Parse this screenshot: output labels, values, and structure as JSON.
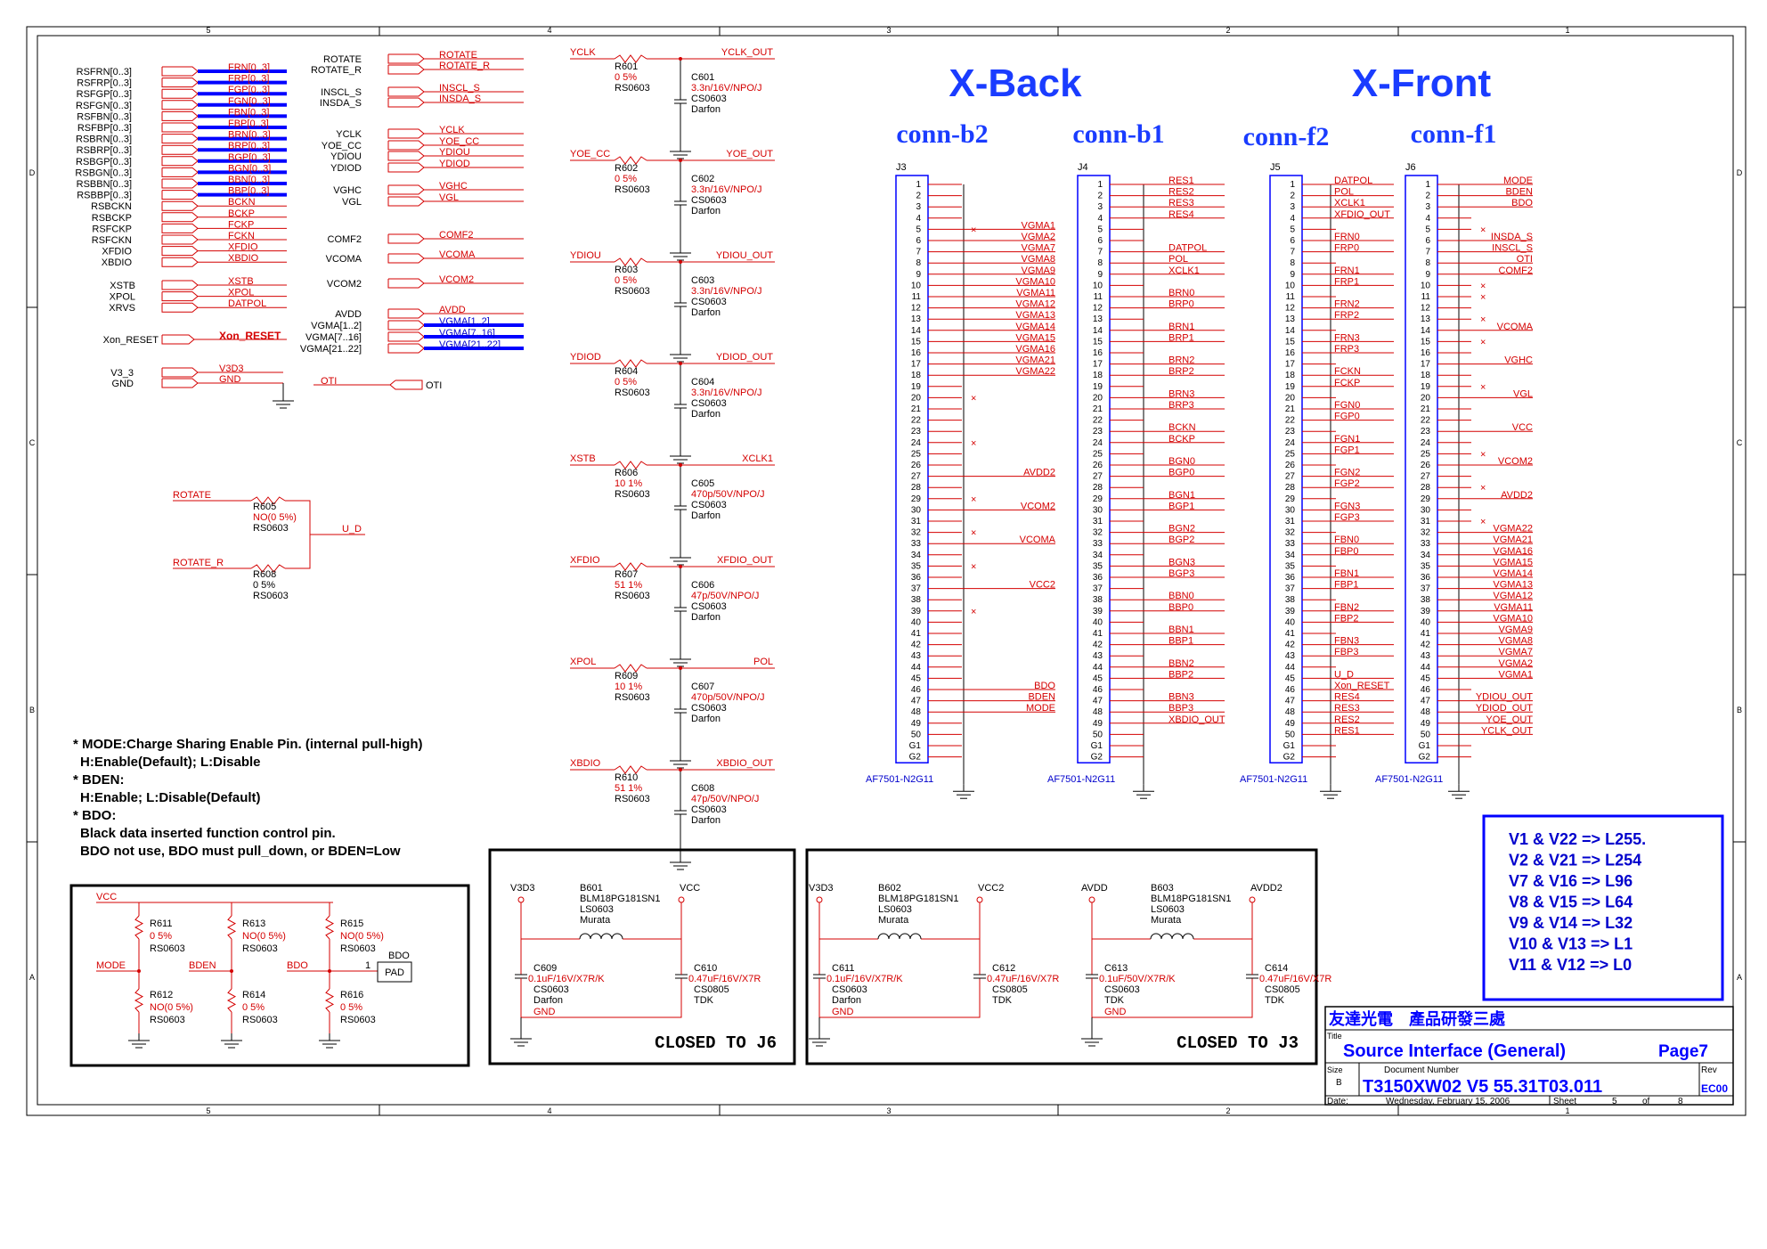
{
  "sections": {
    "x_back": "X-Back",
    "x_front": "X-Front"
  },
  "conn_titles": [
    "conn-b2",
    "conn-b1",
    "conn-f2",
    "conn-f1"
  ],
  "border": {
    "cols": [
      "5",
      "4",
      "3",
      "2",
      "1"
    ],
    "rows": [
      "D",
      "C",
      "B",
      "A"
    ]
  },
  "left_signals": [
    {
      "in": "RSFRN[0..3]",
      "out": "FRN[0..3]"
    },
    {
      "in": "RSFRP[0..3]",
      "out": "FRP[0..3]"
    },
    {
      "in": "RSFGP[0..3]",
      "out": "FGP[0..3]"
    },
    {
      "in": "RSFGN[0..3]",
      "out": "FGN[0..3]"
    },
    {
      "in": "RSFBN[0..3]",
      "out": "FBN[0..3]"
    },
    {
      "in": "RSFBP[0..3]",
      "out": "FBP[0..3]"
    },
    {
      "in": "RSBRN[0..3]",
      "out": "BRN[0..3]"
    },
    {
      "in": "RSBRP[0..3]",
      "out": "BRP[0..3]"
    },
    {
      "in": "RSBGP[0..3]",
      "out": "BGP[0..3]"
    },
    {
      "in": "RSBGN[0..3]",
      "out": "BGN[0..3]"
    },
    {
      "in": "RSBBN[0..3]",
      "out": "BBN[0..3]"
    },
    {
      "in": "RSBBP[0..3]",
      "out": "BBP[0..3]"
    },
    {
      "in": "RSBCKN",
      "out": "BCKN"
    },
    {
      "in": "RSBCKP",
      "out": "BCKP"
    },
    {
      "in": "RSFCKP",
      "out": "FCKP"
    },
    {
      "in": "RSFCKN",
      "out": "FCKN"
    },
    {
      "in": "XFDIO",
      "out": "XFDIO"
    },
    {
      "in": "XBDIO",
      "out": "XBDIO"
    }
  ],
  "left_signals2": [
    {
      "in": "XSTB",
      "out": "XSTB"
    },
    {
      "in": "XPOL",
      "out": "XPOL"
    },
    {
      "in": "XRVS",
      "out": "DATPOL"
    }
  ],
  "xon": {
    "in": "Xon_RESET",
    "out": "Xon_RESET"
  },
  "pwr": [
    {
      "in": "V3_3",
      "out": "V3D3"
    },
    {
      "in": "GND",
      "out": "GND"
    }
  ],
  "mid_signals": [
    {
      "in": "ROTATE",
      "out": "ROTATE"
    },
    {
      "in": "ROTATE_R",
      "out": "ROTATE_R"
    },
    {
      "in": "INSCL_S",
      "out": "INSCL_S"
    },
    {
      "in": "INSDA_S",
      "out": "INSDA_S"
    },
    {
      "in": "YCLK",
      "out": "YCLK"
    },
    {
      "in": "YOE_CC",
      "out": "YOE_CC"
    },
    {
      "in": "YDIOU",
      "out": "YDIOU"
    },
    {
      "in": "YDIOD",
      "out": "YDIOD"
    },
    {
      "in": "VGHC",
      "out": "VGHC"
    },
    {
      "in": "VGL",
      "out": "VGL"
    },
    {
      "in": "COMF2",
      "out": "COMF2"
    },
    {
      "in": "VCOMA",
      "out": "VCOMA"
    },
    {
      "in": "VCOM2",
      "out": "VCOM2"
    },
    {
      "in": "AVDD",
      "out": "AVDD"
    },
    {
      "in": "VGMA[1..2]",
      "out": "VGMA[1..2]"
    },
    {
      "in": "VGMA[7..16]",
      "out": "VGMA[7..16]"
    },
    {
      "in": "VGMA[21..22]",
      "out": "VGMA[21..22]"
    }
  ],
  "oti": {
    "net": "OTI",
    "label": "OTI"
  },
  "filters": [
    {
      "in": "YCLK",
      "out": "YCLK_OUT",
      "r": "R601",
      "rv": "0 5%",
      "rp": "RS0603",
      "c": "C601",
      "cv": "3.3n/16V/NPO/J",
      "cp": "CS0603",
      "cm": "Darfon"
    },
    {
      "in": "YOE_CC",
      "out": "YOE_OUT",
      "r": "R602",
      "rv": "0 5%",
      "rp": "RS0603",
      "c": "C602",
      "cv": "3.3n/16V/NPO/J",
      "cp": "CS0603",
      "cm": "Darfon"
    },
    {
      "in": "YDIOU",
      "out": "YDIOU_OUT",
      "r": "R603",
      "rv": "0 5%",
      "rp": "RS0603",
      "c": "C603",
      "cv": "3.3n/16V/NPO/J",
      "cp": "CS0603",
      "cm": "Darfon"
    },
    {
      "in": "YDIOD",
      "out": "YDIOD_OUT",
      "r": "R604",
      "rv": "0 5%",
      "rp": "RS0603",
      "c": "C604",
      "cv": "3.3n/16V/NPO/J",
      "cp": "CS0603",
      "cm": "Darfon"
    },
    {
      "in": "XSTB",
      "out": "XCLK1",
      "r": "R606",
      "rv": "10 1%",
      "rp": "RS0603",
      "c": "C605",
      "cv": "470p/50V/NPO/J",
      "cp": "CS0603",
      "cm": "Darfon"
    },
    {
      "in": "XFDIO",
      "out": "XFDIO_OUT",
      "r": "R607",
      "rv": "51 1%",
      "rp": "RS0603",
      "c": "C606",
      "cv": "47p/50V/NPO/J",
      "cp": "CS0603",
      "cm": "Darfon"
    },
    {
      "in": "XPOL",
      "out": "POL",
      "r": "R609",
      "rv": "10 1%",
      "rp": "RS0603",
      "c": "C607",
      "cv": "470p/50V/NPO/J",
      "cp": "CS0603",
      "cm": "Darfon"
    },
    {
      "in": "XBDIO",
      "out": "XBDIO_OUT",
      "r": "R610",
      "rv": "51 1%",
      "rp": "RS0603",
      "c": "C608",
      "cv": "47p/50V/NPO/J",
      "cp": "CS0603",
      "cm": "Darfon"
    }
  ],
  "rot": {
    "a": "ROTATE",
    "b": "ROTATE_R",
    "r1": "R605",
    "r1v": "NO(0 5%)",
    "r1p": "RS0603",
    "r2": "R608",
    "r2v": "0 5%",
    "r2p": "RS0603",
    "out": "U_D"
  },
  "notes": [
    "* MODE:Charge Sharing Enable Pin. (internal pull-high)",
    "H:Enable(Default); L:Disable",
    "* BDEN:",
    "H:Enable; L:Disable(Default)",
    "* BDO:",
    "Black data inserted function control pin.",
    "BDO not use, BDO must pull_down, or BDEN=Low"
  ],
  "pull_box": {
    "vcc": "VCC",
    "res": [
      {
        "ref": "R611",
        "val": "0 5%",
        "pkg": "RS0603"
      },
      {
        "ref": "R612",
        "val": "NO(0 5%)",
        "pkg": "RS0603"
      },
      {
        "ref": "R613",
        "val": "NO(0 5%)",
        "pkg": "RS0603"
      },
      {
        "ref": "R614",
        "val": "0 5%",
        "pkg": "RS0603"
      },
      {
        "ref": "R615",
        "val": "NO(0 5%)",
        "pkg": "RS0603"
      },
      {
        "ref": "R616",
        "val": "0 5%",
        "pkg": "RS0603"
      }
    ],
    "nets": [
      "MODE",
      "BDEN",
      "BDO"
    ],
    "pad": "PAD",
    "pad_net": "BDO",
    "pad_pin": "1"
  },
  "bead_boxes": [
    {
      "caption": "CLOSED TO J6",
      "beads": [
        {
          "in": "V3D3",
          "out": "VCC",
          "ref": "B601",
          "part": "BLM18PG181SN1",
          "pkg": "LS0603",
          "mfr": "Murata",
          "c1": {
            "ref": "C609",
            "v": "0.1uF/16V/X7R/K",
            "p": "CS0603",
            "m": "Darfon"
          },
          "c2": {
            "ref": "C610",
            "v": "0.47uF/16V/X7R",
            "p": "CS0805",
            "m": "TDK"
          },
          "gnd": "GND"
        }
      ]
    },
    {
      "caption": "CLOSED TO J3",
      "beads": [
        {
          "in": "V3D3",
          "out": "VCC2",
          "ref": "B602",
          "part": "BLM18PG181SN1",
          "pkg": "LS0603",
          "mfr": "Murata",
          "c1": {
            "ref": "C611",
            "v": "0.1uF/16V/X7R/K",
            "p": "CS0603",
            "m": "Darfon"
          },
          "c2": {
            "ref": "C612",
            "v": "0.47uF/16V/X7R",
            "p": "CS0805",
            "m": "TDK"
          },
          "gnd": "GND"
        },
        {
          "in": "AVDD",
          "out": "AVDD2",
          "ref": "B603",
          "part": "BLM18PG181SN1",
          "pkg": "LS0603",
          "mfr": "Murata",
          "c1": {
            "ref": "C613",
            "v": "0.1uF/50V/X7R/K",
            "p": "CS0603",
            "m": "TDK"
          },
          "c2": {
            "ref": "C614",
            "v": "0.47uF/16V/X7R",
            "p": "CS0805",
            "m": "TDK"
          },
          "gnd": "GND"
        }
      ]
    }
  ],
  "connectors": [
    {
      "ref": "J3",
      "part": "AF7501-N2G11",
      "nets": {
        "5": "VGMA1",
        "6": "VGMA2",
        "7": "VGMA7",
        "8": "VGMA8",
        "9": "VGMA9",
        "10": "VGMA10",
        "11": "VGMA11",
        "12": "VGMA12",
        "13": "VGMA13",
        "14": "VGMA14",
        "15": "VGMA15",
        "16": "VGMA16",
        "17": "VGMA21",
        "18": "VGMA22",
        "27": "AVDD2",
        "30": "VCOM2",
        "33": "VCOMA",
        "37": "VCC2",
        "46": "BDO",
        "47": "BDEN",
        "48": "MODE"
      },
      "nc": [
        5,
        20,
        24,
        29,
        32,
        35,
        39
      ]
    },
    {
      "ref": "J4",
      "part": "AF7501-N2G11",
      "nets": {
        "1": "RES1",
        "2": "RES2",
        "3": "RES3",
        "4": "RES4",
        "7": "DATPOL",
        "8": "POL",
        "9": "XCLK1",
        "11": "BRN0",
        "12": "BRP0",
        "14": "BRN1",
        "15": "BRP1",
        "17": "BRN2",
        "18": "BRP2",
        "20": "BRN3",
        "21": "BRP3",
        "23": "BCKN",
        "24": "BCKP",
        "26": "BGN0",
        "27": "BGP0",
        "29": "BGN1",
        "30": "BGP1",
        "32": "BGN2",
        "33": "BGP2",
        "35": "BGN3",
        "36": "BGP3",
        "38": "BBN0",
        "39": "BBP0",
        "41": "BBN1",
        "42": "BBP1",
        "44": "BBN2",
        "45": "BBP2",
        "47": "BBN3",
        "48": "BBP3",
        "49": "XBDIO_OUT"
      },
      "nc": []
    },
    {
      "ref": "J5",
      "part": "AF7501-N2G11",
      "nets": {
        "1": "DATPOL",
        "2": "POL",
        "3": "XCLK1",
        "4": "XFDIO_OUT",
        "6": "FRN0",
        "7": "FRP0",
        "9": "FRN1",
        "10": "FRP1",
        "12": "FRN2",
        "13": "FRP2",
        "15": "FRN3",
        "16": "FRP3",
        "18": "FCKN",
        "19": "FCKP",
        "21": "FGN0",
        "22": "FGP0",
        "24": "FGN1",
        "25": "FGP1",
        "27": "FGN2",
        "28": "FGP2",
        "30": "FGN3",
        "31": "FGP3",
        "33": "FBN0",
        "34": "FBP0",
        "36": "FBN1",
        "37": "FBP1",
        "39": "FBN2",
        "40": "FBP2",
        "42": "FBN3",
        "43": "FBP3",
        "45": "U_D",
        "46": "Xon_RESET",
        "47": "RES4",
        "48": "RES3",
        "49": "RES2",
        "50": "RES1"
      },
      "nc": []
    },
    {
      "ref": "J6",
      "part": "AF7501-N2G11",
      "nets": {
        "1": "MODE",
        "2": "BDEN",
        "3": "BDO",
        "6": "INSDA_S",
        "7": "INSCL_S",
        "8": "OTI",
        "9": "COMF2",
        "14": "VCOMA",
        "17": "VGHC",
        "20": "VGL",
        "23": "VCC",
        "26": "VCOM2",
        "29": "AVDD2",
        "32": "VGMA22",
        "33": "VGMA21",
        "34": "VGMA16",
        "35": "VGMA15",
        "36": "VGMA14",
        "37": "VGMA13",
        "38": "VGMA12",
        "39": "VGMA11",
        "40": "VGMA10",
        "41": "VGMA9",
        "42": "VGMA8",
        "43": "VGMA7",
        "44": "VGMA2",
        "45": "VGMA1",
        "47": "YDIOU_OUT",
        "48": "YDIOD_OUT",
        "49": "YOE_OUT",
        "50": "YCLK_OUT"
      },
      "nc": [
        5,
        10,
        11,
        13,
        15,
        19,
        25,
        28,
        31
      ]
    }
  ],
  "pin_labels": [
    "1",
    "2",
    "3",
    "4",
    "5",
    "6",
    "7",
    "8",
    "9",
    "10",
    "11",
    "12",
    "13",
    "14",
    "15",
    "16",
    "17",
    "18",
    "19",
    "20",
    "21",
    "22",
    "23",
    "24",
    "25",
    "26",
    "27",
    "28",
    "29",
    "30",
    "31",
    "32",
    "33",
    "34",
    "35",
    "36",
    "37",
    "38",
    "39",
    "40",
    "41",
    "42",
    "43",
    "44",
    "45",
    "46",
    "47",
    "48",
    "49",
    "50",
    "G1",
    "G2"
  ],
  "mapping": [
    "V1 & V22 => L255.",
    "V2 & V21 => L254",
    "V7 & V16 => L96",
    "V8 & V15 => L64",
    "V9 & V14 => L32",
    "V10 & V13 => L1",
    "V11 & V12 => L0"
  ],
  "title_block": {
    "company": "友達光電　產品研發三處",
    "title_label": "Title",
    "title": "Source Interface (General)",
    "page": "Page7",
    "size_label": "Size",
    "size": "B",
    "docnum_label": "Document Number",
    "docnum": "T3150XW02 V5 55.31T03.011",
    "rev_label": "Rev",
    "rev": "EC00",
    "date_label": "Date:",
    "date": "Wednesday, February 15, 2006",
    "sheet_label": "Sheet",
    "sheet": "5",
    "of_label": "of",
    "of": "8"
  },
  "colors": {
    "wire": "#d40000",
    "bus": "#0000ff",
    "text_red": "#d40000",
    "text_blue": "#0000cc",
    "title": "#0000ff"
  }
}
